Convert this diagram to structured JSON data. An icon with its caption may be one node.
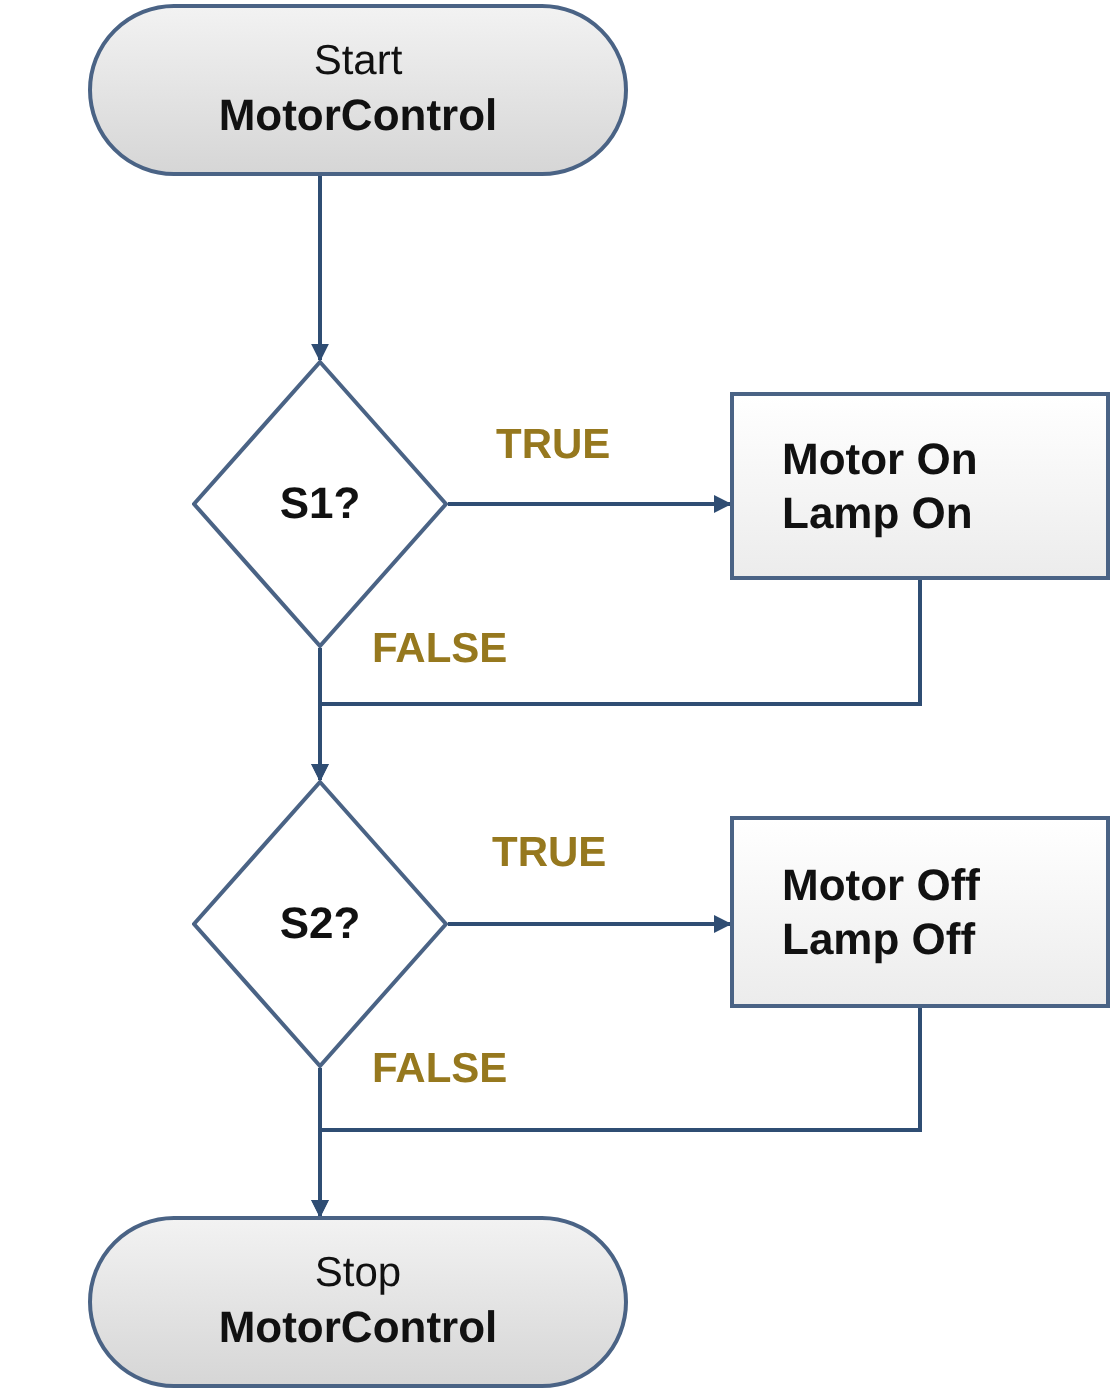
{
  "diagram": {
    "nodes": [
      {
        "text": [
          "Start",
          "MotorControl"
        ]
      },
      {
        "text": [
          "S1?"
        ]
      },
      {
        "text": [
          "Motor On Lamp On"
        ]
      },
      {
        "text": [
          "S2?"
        ]
      },
      {
        "text": [
          "Motor Off Lamp Off"
        ]
      },
      {
        "text": [
          "Stop",
          "MotorControl"
        ]
      }
    ],
    "edges": [
      {
        "from": 0,
        "to": 1,
        "arrow": "to"
      },
      {
        "from": 1,
        "to": 2,
        "arrow": "to",
        "label": "TRUE"
      },
      {
        "from": 1,
        "to": 3,
        "arrow": "to",
        "label": "FALSE"
      },
      {
        "from": 2,
        "to": 3,
        "arrow": "to"
      },
      {
        "from": 3,
        "to": 4,
        "arrow": "to",
        "label": "TRUE"
      },
      {
        "from": 3,
        "to": 5,
        "arrow": "to",
        "label": "FALSE"
      },
      {
        "from": 4,
        "to": 5,
        "arrow": "to"
      }
    ]
  }
}
